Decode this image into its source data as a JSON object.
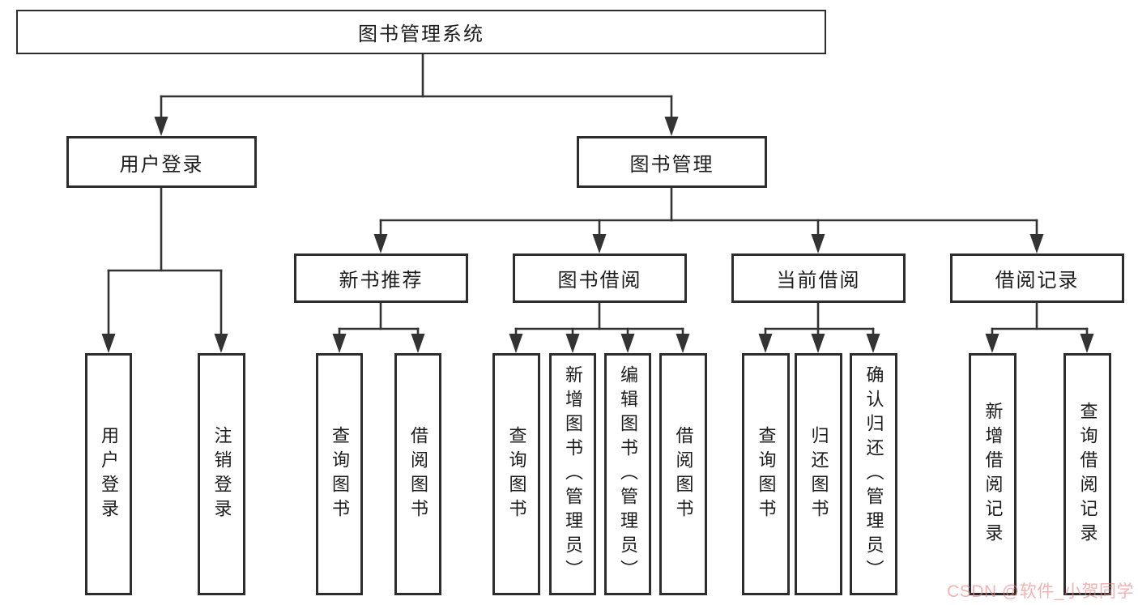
{
  "diagram": {
    "root": {
      "label": "图书管理系统"
    },
    "level2": [
      {
        "id": "user-login",
        "label": "用户登录"
      },
      {
        "id": "book-mgmt",
        "label": "图书管理"
      }
    ],
    "level3": [
      {
        "id": "new-book-rec",
        "label": "新书推荐"
      },
      {
        "id": "book-borrow",
        "label": "图书借阅"
      },
      {
        "id": "current-borrow",
        "label": "当前借阅"
      },
      {
        "id": "borrow-records",
        "label": "借阅记录"
      }
    ],
    "leaves": [
      {
        "parent": "用户登录",
        "label": "用户登录"
      },
      {
        "parent": "用户登录",
        "label": "注销登录"
      },
      {
        "parent": "新书推荐",
        "label": "查询图书"
      },
      {
        "parent": "新书推荐",
        "label": "借阅图书"
      },
      {
        "parent": "图书借阅",
        "label": "查询图书"
      },
      {
        "parent": "图书借阅",
        "label": "新增图书（管理员）"
      },
      {
        "parent": "图书借阅",
        "label": "编辑图书（管理员）"
      },
      {
        "parent": "图书借阅",
        "label": "借阅图书"
      },
      {
        "parent": "当前借阅",
        "label": "查询图书"
      },
      {
        "parent": "当前借阅",
        "label": "归还图书"
      },
      {
        "parent": "当前借阅",
        "label": "确认归还（管理员）"
      },
      {
        "parent": "借阅记录",
        "label": "新增借阅记录"
      },
      {
        "parent": "借阅记录",
        "label": "查询借阅记录"
      }
    ]
  },
  "watermark": {
    "text": "CSDN @软件_小贺同学"
  },
  "colors": {
    "line": "#333333",
    "box_border": "#2d2d2d",
    "text": "#1c1c1c",
    "background": "#ffffff",
    "watermark": "rgba(236,130,130,0.62)"
  }
}
